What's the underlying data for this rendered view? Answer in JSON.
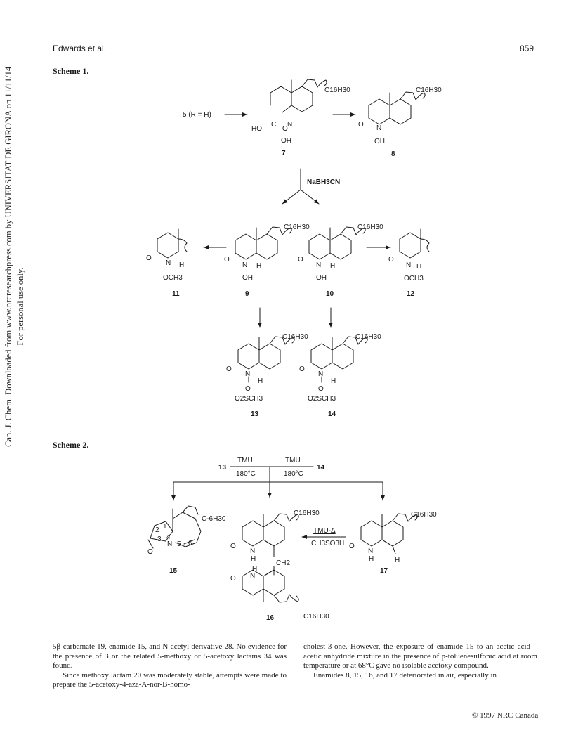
{
  "header": {
    "authors": "Edwards et al.",
    "page_number": "859"
  },
  "side_note": {
    "line1": "Can. J. Chem. Downloaded from www.nrcresearchpress.com by UNIVERSITAT DE GIRONA on 11/11/14",
    "line2": "For personal use only."
  },
  "scheme1": {
    "title": "Scheme 1.",
    "start_label": "5 (R = H)",
    "reagent": "NaBH3CN",
    "substituent": "C16H30",
    "compounds": {
      "c7": "7",
      "c8": "8",
      "c9": "9",
      "c10": "10",
      "c11": "11",
      "c12": "12",
      "c13": "13",
      "c14": "14"
    },
    "atoms": {
      "N": "N",
      "H": "H",
      "OH": "OH",
      "HO": "HO",
      "O": "O",
      "C": "C",
      "OCH3": "OCH3",
      "O2SCH3": "O2SCH3"
    }
  },
  "scheme2": {
    "title": "Scheme 2.",
    "left_compound": "13",
    "right_compound": "14",
    "reagent_left_top": "TMU",
    "reagent_left_bottom": "180°C",
    "reagent_right_top": "TMU",
    "reagent_right_bottom": "180°C",
    "conversion_top": "TMU-Δ",
    "conversion_bottom": "CH3SO3H",
    "substituent": "C16H30",
    "substituent_15": "C-6H30",
    "ring_numbers": [
      "1",
      "2",
      "3",
      "4",
      "5",
      "6"
    ],
    "compounds": {
      "c15": "15",
      "c16": "16",
      "c17": "17"
    },
    "atoms": {
      "N": "N",
      "H": "H",
      "O": "O",
      "CH2": "CH2"
    }
  },
  "body": {
    "left_para1": "5β-carbamate 19, enamide 15, and N-acetyl derivative 28. No evidence for the presence of 3 or the related 5-methoxy or 5-acetoxy lactams 34 was found.",
    "left_para2": "Since methoxy lactam 20 was moderately stable, attempts were made to prepare the 5-acetoxy-4-aza-A-nor-B-homo-",
    "right_para1": "cholest-3-one. However, the exposure of enamide 15 to an acetic acid – acetic anhydride mixture in the presence of p-toluenesulfonic acid at room temperature or at 68°C gave no isolable acetoxy compound.",
    "right_para2": "Enamides 8, 15, 16, and 17 deteriorated in air, especially in"
  },
  "footer": {
    "copyright": "© 1997 NRC Canada"
  }
}
